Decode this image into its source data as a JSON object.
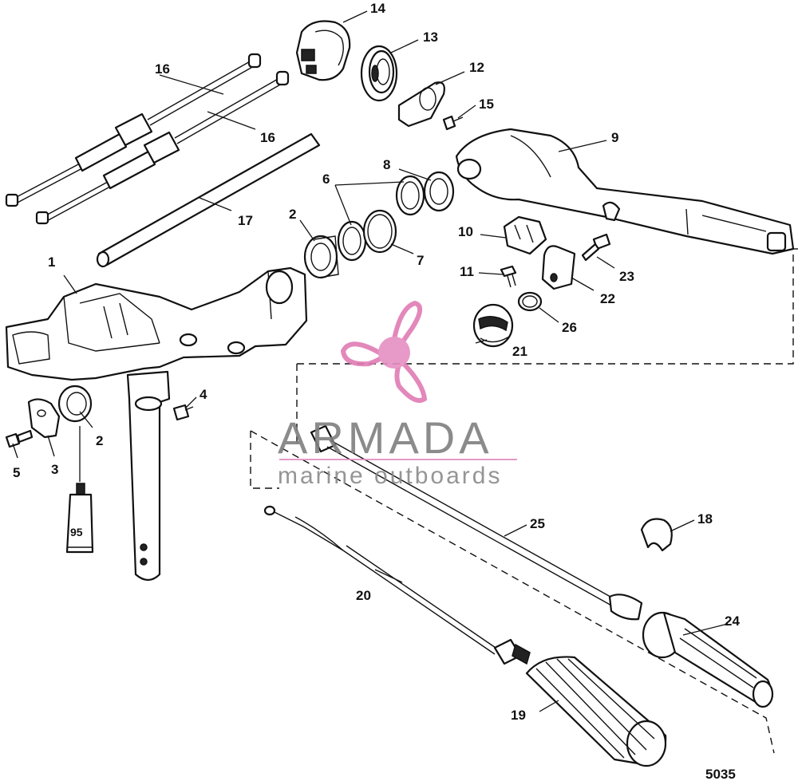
{
  "diagram": {
    "figure_number": "5035",
    "callouts": [
      "1",
      "2",
      "2",
      "3",
      "4",
      "5",
      "6",
      "7",
      "8",
      "9",
      "10",
      "11",
      "12",
      "13",
      "14",
      "15",
      "16",
      "16",
      "17",
      "18",
      "19",
      "20",
      "21",
      "22",
      "23",
      "24",
      "25",
      "26",
      "95"
    ],
    "tube_label": "95"
  },
  "watermark": {
    "brand": "ARMADA",
    "tagline": "marine outboards",
    "colors": {
      "logo": "#e07cb4",
      "logo_center": "#e58fc2",
      "text": "#7f7f7f",
      "underline": "#e28fc0"
    }
  }
}
